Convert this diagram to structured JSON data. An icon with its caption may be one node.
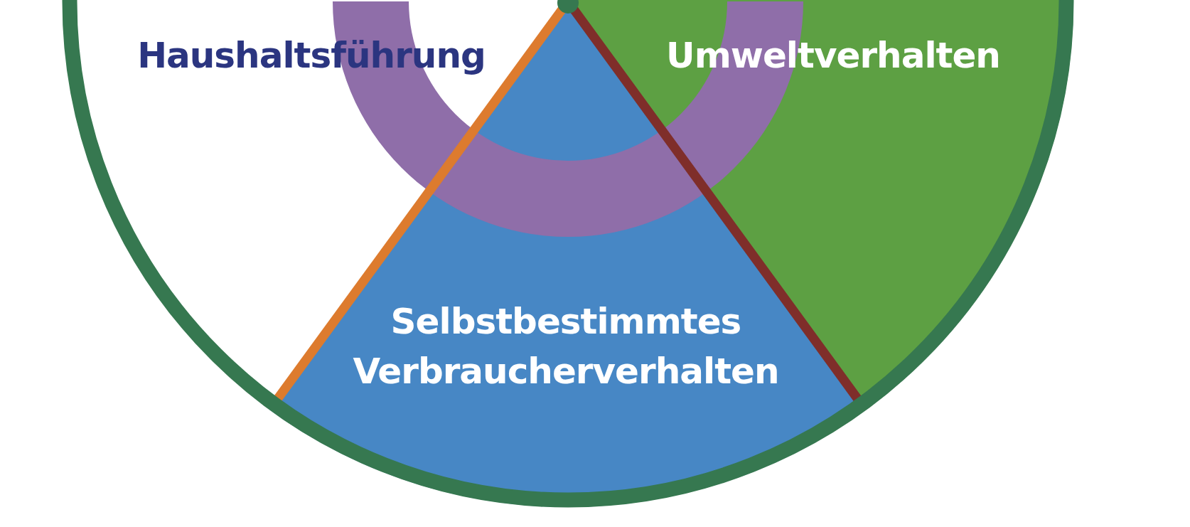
{
  "diagram": {
    "nodes": [
      {
        "text": [
          "Haushaltsführung"
        ]
      },
      {
        "text": [
          "Umweltverhalten"
        ]
      },
      {
        "text": [
          "Selbstbestimmtes Verbraucherverhalten"
        ]
      }
    ]
  }
}
